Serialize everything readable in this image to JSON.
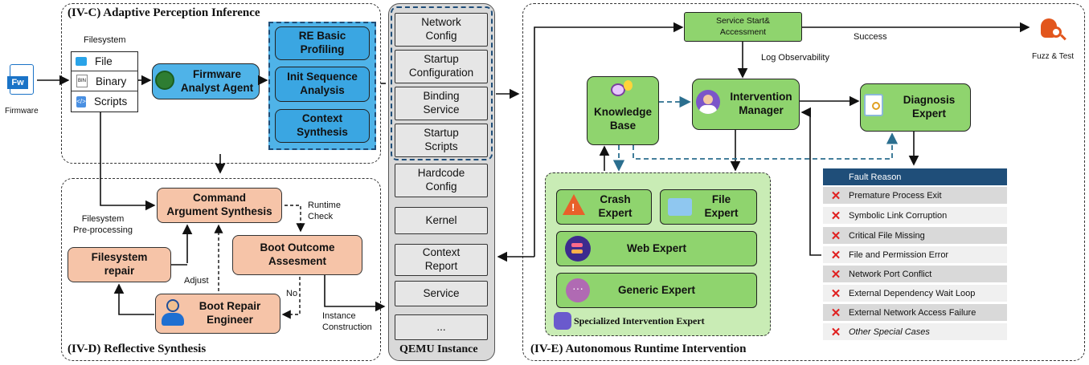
{
  "input": {
    "icon_text": "Fw",
    "label": "Firmware"
  },
  "output": {
    "label": "Fuzz & Test"
  },
  "perception": {
    "title": "(IV-C) Adaptive Perception Inference",
    "filesystem_label": "Filesystem",
    "fs_items": [
      "File",
      "Binary",
      "Scripts"
    ],
    "agent": "Firmware\nAnalyst Agent",
    "steps": [
      "RE Basic\nProfiling",
      "Init Sequence\nAnalysis",
      "Context\nSynthesis"
    ]
  },
  "synthesis": {
    "title": "(IV-D) Reflective Synthesis",
    "command": "Command\nArgument Synthesis",
    "boot_outcome": "Boot Outcome\nAssesment",
    "fs_repair": "Filesystem\nrepair",
    "engineer": "Boot Repair\nEngineer",
    "labels": {
      "preprocess": "Filesystem\nPre-processing",
      "runtime_check": "Runtime\nCheck",
      "adjust": "Adjust",
      "no": "No",
      "instance": "Instance\nConstruction"
    }
  },
  "qemu": {
    "title": "QEMU Instance",
    "top_items": [
      "Network\nConfig",
      "Startup\nConfiguration",
      "Binding\nService",
      "Startup\nScripts"
    ],
    "items": [
      "Hardcode\nConfig",
      "Kernel",
      "Context\nReport",
      "Service",
      "..."
    ]
  },
  "runtime": {
    "title": "(IV-E) Autonomous Runtime Intervention",
    "service": "Service Start&\nAccessment",
    "success": "Success",
    "log": "Log Observability",
    "kb": "Knowledge\nBase",
    "manager": "Intervention\nManager",
    "diagnosis": "Diagnosis\nExpert",
    "specialized_title": "Specialized Intervention Expert",
    "experts": {
      "crash": "Crash\nExpert",
      "file": "File\nExpert",
      "web": "Web Expert",
      "generic": "Generic Expert"
    }
  },
  "fault_table": {
    "header": "Fault Reason",
    "rows": [
      "Premature Process Exit",
      "Symbolic Link Corruption",
      "Critical File Missing",
      "File and Permission Error",
      "Network Port Conflict",
      "External Dependency Wait Loop",
      "External Network Access Failure",
      "Other Special Cases"
    ],
    "mark": "✕"
  },
  "colors": {
    "blue": "#4fb3e8",
    "peach": "#f6c4a8",
    "green": "#8fd46e",
    "table_header": "#1f4e79",
    "qemu_bg": "#d9d9d9",
    "expert_bg": "#c9ecb5"
  }
}
